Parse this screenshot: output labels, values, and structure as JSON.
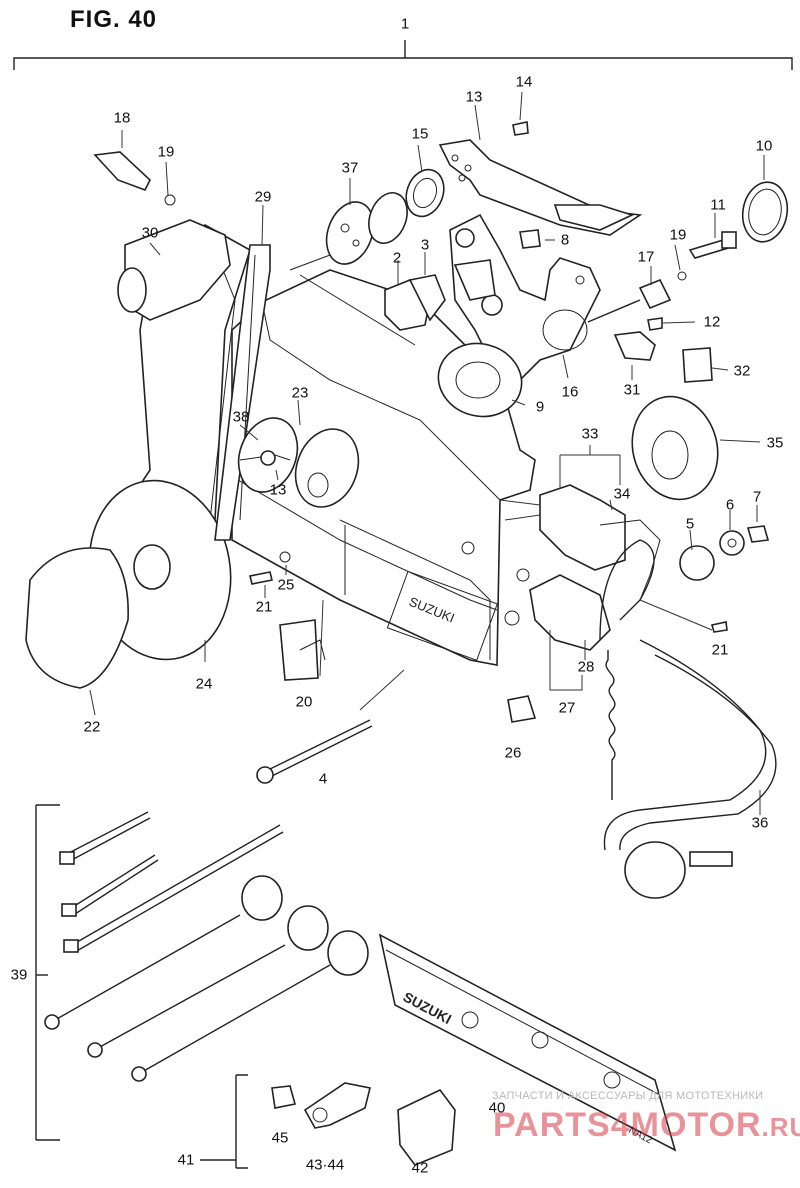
{
  "figure": {
    "title": "FIG. 40"
  },
  "callouts": [
    {
      "id": "1",
      "label": "1"
    },
    {
      "id": "2",
      "label": "2"
    },
    {
      "id": "3",
      "label": "3"
    },
    {
      "id": "4",
      "label": "4"
    },
    {
      "id": "5",
      "label": "5"
    },
    {
      "id": "6",
      "label": "6"
    },
    {
      "id": "7",
      "label": "7"
    },
    {
      "id": "8",
      "label": "8"
    },
    {
      "id": "9",
      "label": "9"
    },
    {
      "id": "10",
      "label": "10"
    },
    {
      "id": "11",
      "label": "11"
    },
    {
      "id": "12",
      "label": "12"
    },
    {
      "id": "13a",
      "label": "13"
    },
    {
      "id": "13b",
      "label": "13"
    },
    {
      "id": "14",
      "label": "14"
    },
    {
      "id": "15",
      "label": "15"
    },
    {
      "id": "16",
      "label": "16"
    },
    {
      "id": "17",
      "label": "17"
    },
    {
      "id": "18",
      "label": "18"
    },
    {
      "id": "19a",
      "label": "19"
    },
    {
      "id": "19b",
      "label": "19"
    },
    {
      "id": "20",
      "label": "20"
    },
    {
      "id": "21a",
      "label": "21"
    },
    {
      "id": "21b",
      "label": "21"
    },
    {
      "id": "22",
      "label": "22"
    },
    {
      "id": "23",
      "label": "23"
    },
    {
      "id": "24",
      "label": "24"
    },
    {
      "id": "25",
      "label": "25"
    },
    {
      "id": "26",
      "label": "26"
    },
    {
      "id": "27",
      "label": "27"
    },
    {
      "id": "28",
      "label": "28"
    },
    {
      "id": "29",
      "label": "29"
    },
    {
      "id": "30",
      "label": "30"
    },
    {
      "id": "31",
      "label": "31"
    },
    {
      "id": "32",
      "label": "32"
    },
    {
      "id": "33",
      "label": "33"
    },
    {
      "id": "34",
      "label": "34"
    },
    {
      "id": "35",
      "label": "35"
    },
    {
      "id": "36",
      "label": "36"
    },
    {
      "id": "37",
      "label": "37"
    },
    {
      "id": "38",
      "label": "38"
    },
    {
      "id": "39",
      "label": "39"
    },
    {
      "id": "40",
      "label": "40"
    },
    {
      "id": "41",
      "label": "41"
    },
    {
      "id": "42",
      "label": "42"
    },
    {
      "id": "43-44",
      "label": "43·44"
    },
    {
      "id": "45",
      "label": "45"
    }
  ],
  "embossed": {
    "housing_brand": "SUZUKI",
    "plate_brand": "SUZUKI",
    "plate_code": "NA12"
  },
  "watermark": {
    "caption": "ЗАПЧАСТИ И АКСЕССУАРЫ ДЛЯ МОТОТЕХНИКИ",
    "logo_text": "PARTS4MOTOR",
    "logo_domain": ".RU"
  }
}
